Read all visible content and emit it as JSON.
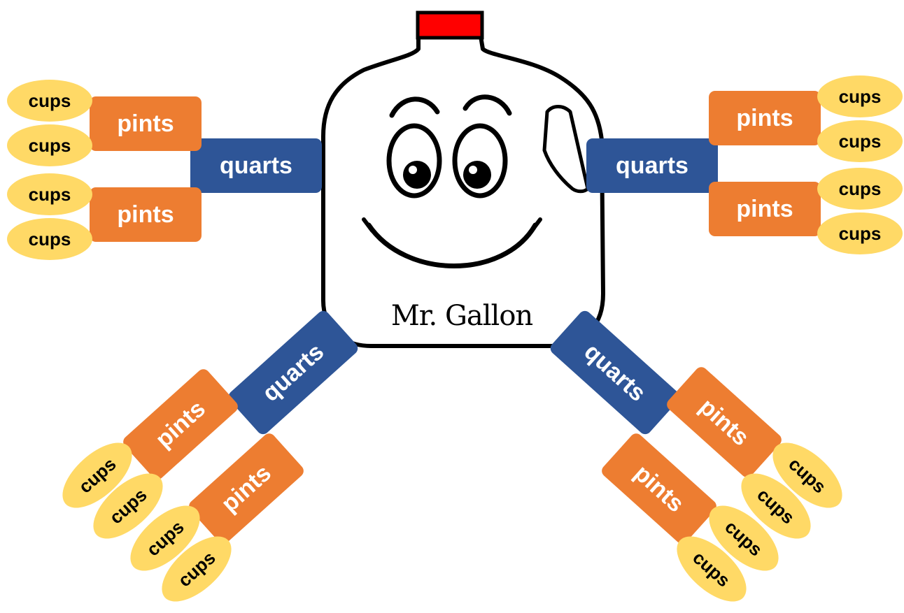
{
  "title": "Mr. Gallon",
  "labels": {
    "quart": "quarts",
    "pint": "pints",
    "cup": "cups"
  },
  "colors": {
    "quart": "#2e5597",
    "pint": "#ed7d31",
    "cup": "#ffd966",
    "cap": "#ff0000"
  }
}
